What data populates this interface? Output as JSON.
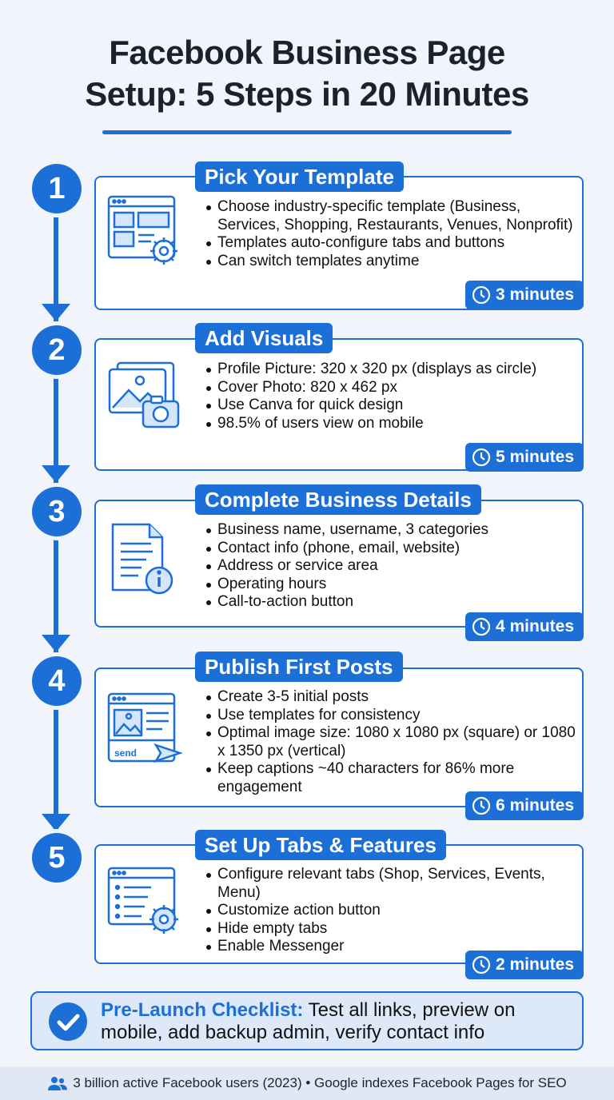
{
  "title": {
    "line1": "Facebook Business Page",
    "line2": "Setup: 5 Steps in 20 Minutes"
  },
  "colors": {
    "accent": "#1c6fd6",
    "background": "#f1f5fb",
    "checklist_bg": "#dde9f8",
    "footer_bg": "#dfe8f4"
  },
  "steps": [
    {
      "number": "1",
      "title": "Pick Your Template",
      "icon": "template-settings-icon",
      "bullets": [
        "Choose industry-specific template (Business, Services, Shopping, Restaurants, Venues, Nonprofit)",
        "Templates auto-configure tabs and buttons",
        "Can switch templates anytime"
      ],
      "time": "3 minutes"
    },
    {
      "number": "2",
      "title": "Add Visuals",
      "icon": "image-camera-icon",
      "bullets": [
        "Profile Picture: 320 x 320 px (displays as circle)",
        "Cover Photo: 820 x 462 px",
        "Use Canva for quick design",
        "98.5% of users view on mobile"
      ],
      "time": "5 minutes"
    },
    {
      "number": "3",
      "title": "Complete Business Details",
      "icon": "document-info-icon",
      "bullets": [
        "Business name, username, 3 categories",
        "Contact info (phone, email, website)",
        "Address or service area",
        "Operating hours",
        "Call-to-action button"
      ],
      "time": "4 minutes"
    },
    {
      "number": "4",
      "title": "Publish First Posts",
      "icon": "post-send-icon",
      "icon_label": "send",
      "bullets": [
        "Create 3-5 initial posts",
        "Use templates for consistency",
        "Optimal image size: 1080 x 1080 px (square) or 1080 x 1350 px (vertical)",
        "Keep captions ~40 characters for 86% more engagement"
      ],
      "time": "6 minutes"
    },
    {
      "number": "5",
      "title": "Set Up Tabs & Features",
      "icon": "list-settings-icon",
      "bullets": [
        "Configure relevant tabs (Shop, Services, Events, Menu)",
        "Customize action button",
        "Hide empty tabs",
        "Enable Messenger"
      ],
      "time": "2 minutes"
    }
  ],
  "checklist": {
    "icon": "checkmark-circle-icon",
    "label": "Pre-Launch Checklist:",
    "text": " Test all links, preview on mobile, add backup admin, verify contact info"
  },
  "footer": {
    "icon": "users-icon",
    "text": "3 billion active Facebook users (2023) • Google indexes Facebook Pages for SEO"
  }
}
